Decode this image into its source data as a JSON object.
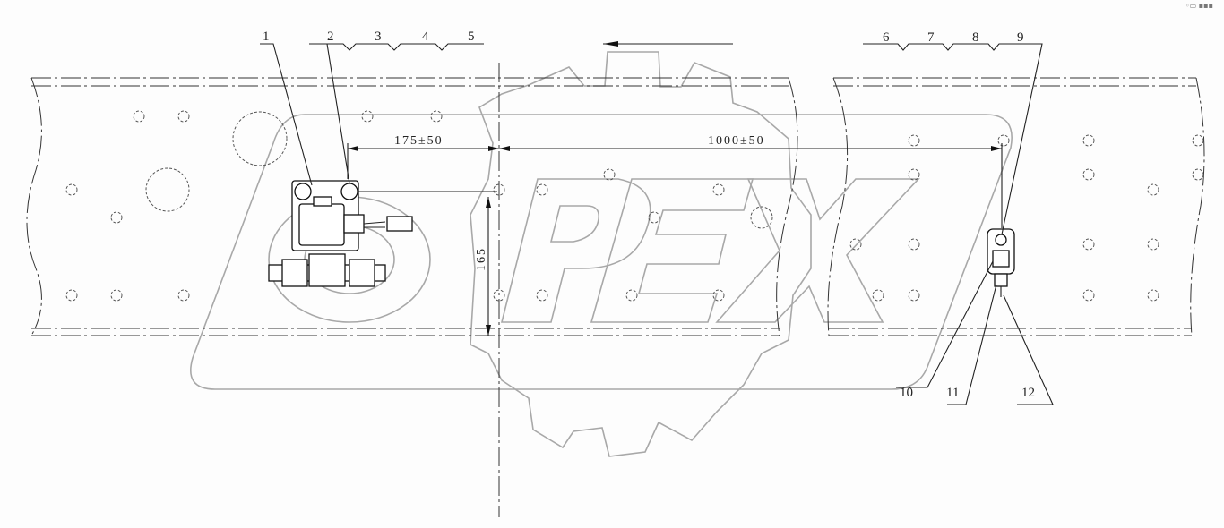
{
  "corner_mark": "◦▭ ▪▪▪",
  "callouts_top_left": [
    "1",
    "2",
    "3",
    "4",
    "5"
  ],
  "callouts_top_right": [
    "6",
    "7",
    "8",
    "9"
  ],
  "callouts_bottom_right": [
    "10",
    "11",
    "12"
  ],
  "dimensions": {
    "left_horizontal": "175±50",
    "right_horizontal": "1000±50",
    "vertical": "165"
  },
  "watermark": "OPEX",
  "colors": {
    "line": "#222222",
    "watermark": "#a8a8a8"
  }
}
